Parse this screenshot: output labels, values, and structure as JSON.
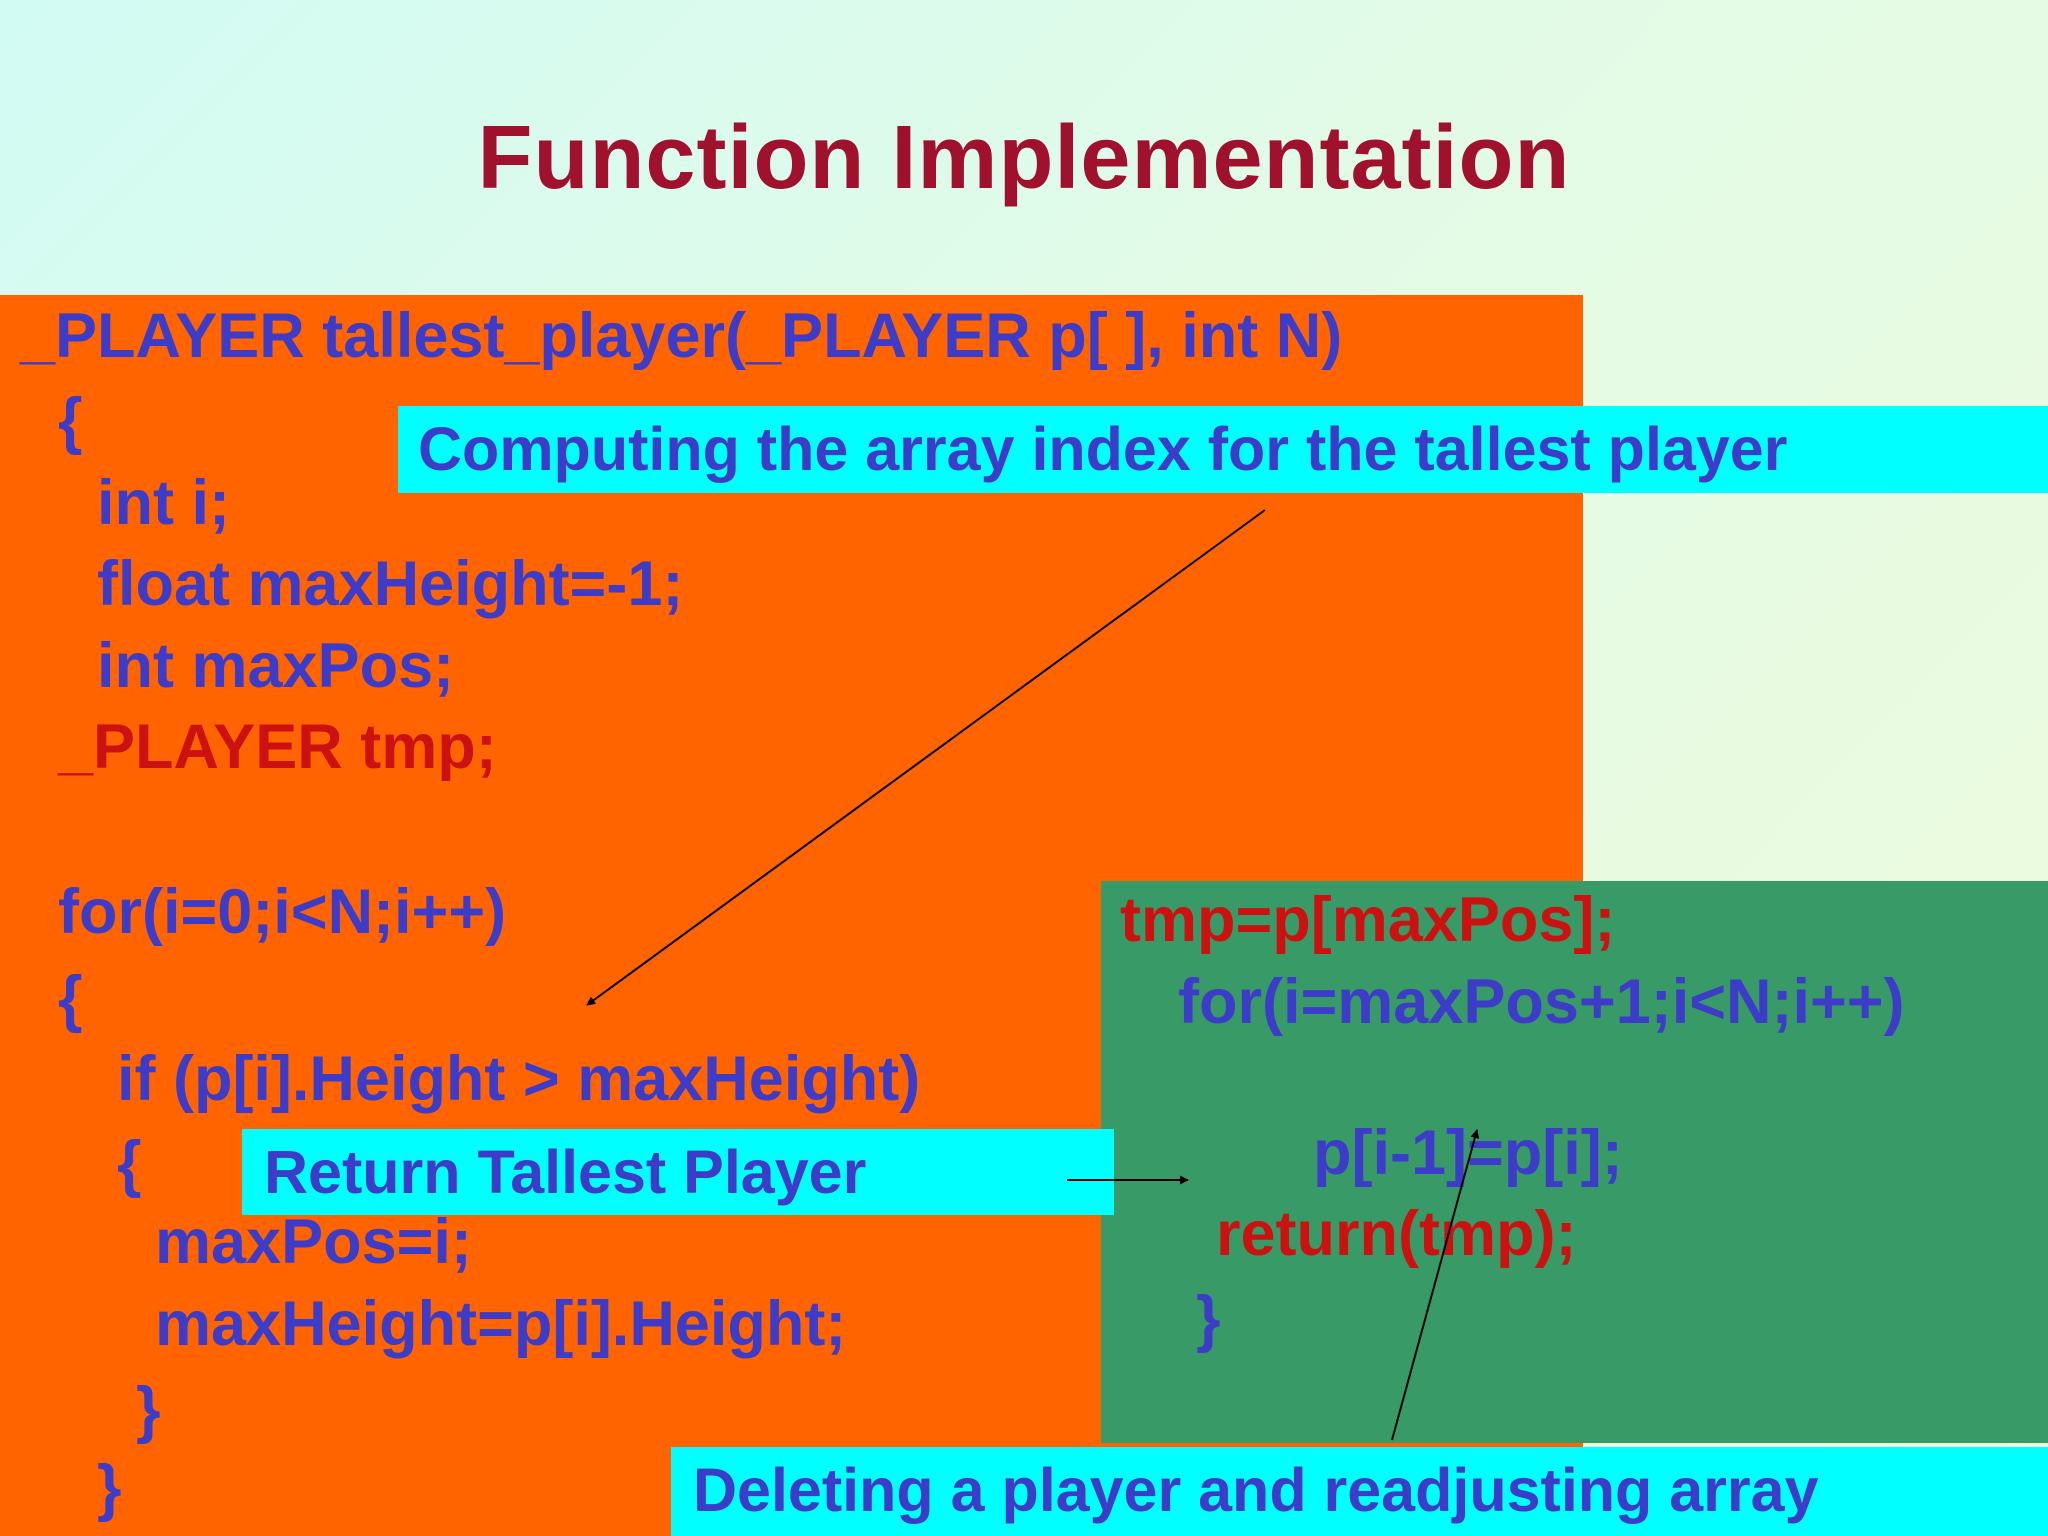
{
  "slide": {
    "title": "Function Implementation"
  },
  "code": {
    "signature": "_PLAYER tallest_player(_PLAYER p[ ], int N)",
    "open_brace": "{",
    "decl_i": "int i;",
    "decl_max_height": "float maxHeight=-1;",
    "decl_max_pos": "int maxPos;",
    "decl_tmp": "_PLAYER tmp;",
    "for_loop": "for(i=0;i<N;i++)",
    "for_open_brace": "{",
    "if_stmt": "if (p[i].Height > maxHeight)",
    "if_open_brace": "{",
    "assign_max_pos": "maxPos=i;",
    "assign_max_height": "maxHeight=p[i].Height;",
    "if_close_brace": "}",
    "for_close_brace": "}"
  },
  "delete_code": {
    "tmp_assign": "tmp=p[maxPos];",
    "for_loop": "for(i=maxPos+1;i<N;i++)",
    "shift": "p[i-1]=p[i];",
    "return_stmt": "return(tmp);",
    "close_brace": "}"
  },
  "callouts": {
    "compute_index": "Computing the array index for the tallest player",
    "return_tallest": "Return Tallest Player",
    "delete_player": "Deleting a player and readjusting array"
  },
  "colors": {
    "title": "#a0112e",
    "code_panel": "#ff6400",
    "green_panel": "#389a66",
    "callout": "#00ffff",
    "code_blue": "#3c3cc8",
    "code_red": "#cc1111"
  }
}
